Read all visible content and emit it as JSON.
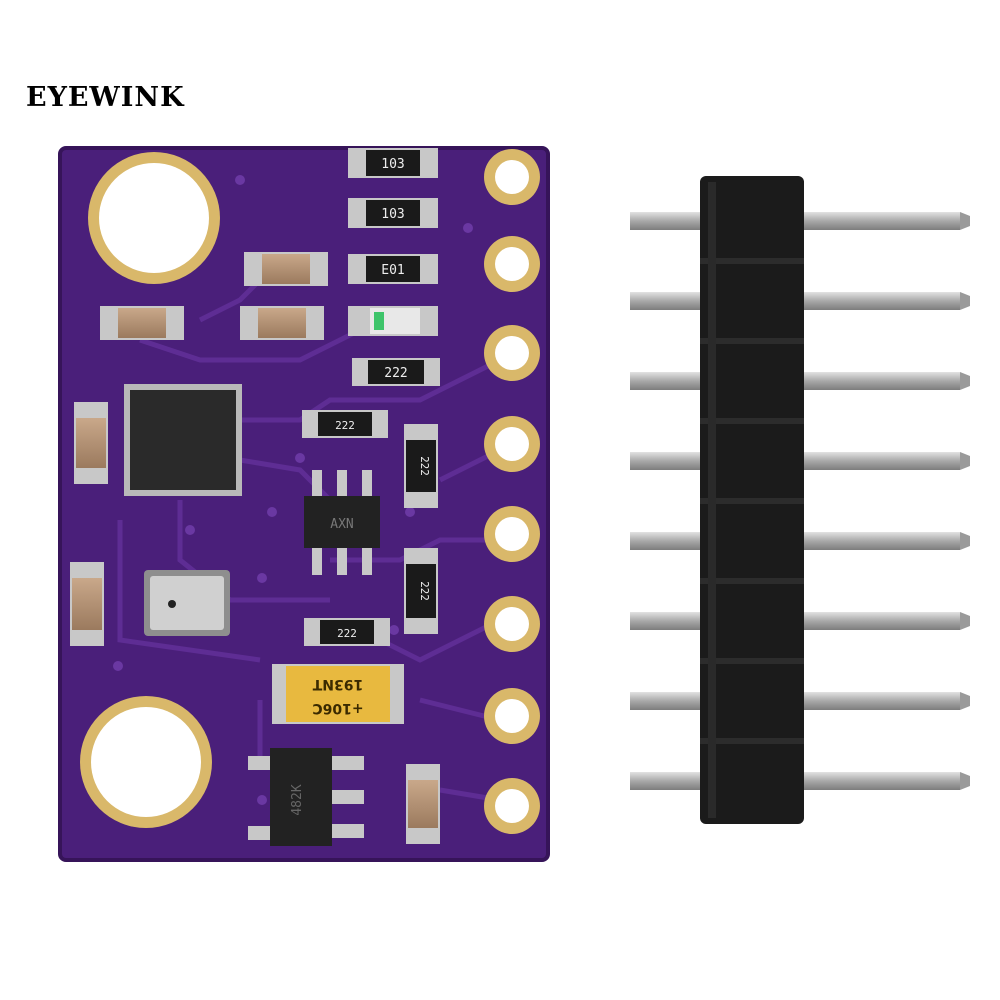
{
  "brand": {
    "name": "EYEWINK"
  },
  "colors": {
    "pcb": "#4a1f7a",
    "pcb_dark": "#361459",
    "trace": "#5e2d94",
    "gold": "#d9b86a",
    "header_plastic": "#1b1b1b",
    "pin_metal": "#b9b9b9",
    "tantalum": "#e8b93f"
  },
  "board": {
    "resistor_labels": [
      "103",
      "103",
      "E01",
      "222",
      "222",
      "222",
      "222",
      "222"
    ],
    "tantalum_label_1": "193NT",
    "tantalum_label_2": "+106C",
    "regulator_label": "482K",
    "transistor_label": "AXN"
  },
  "header": {
    "pin_count": 8
  }
}
